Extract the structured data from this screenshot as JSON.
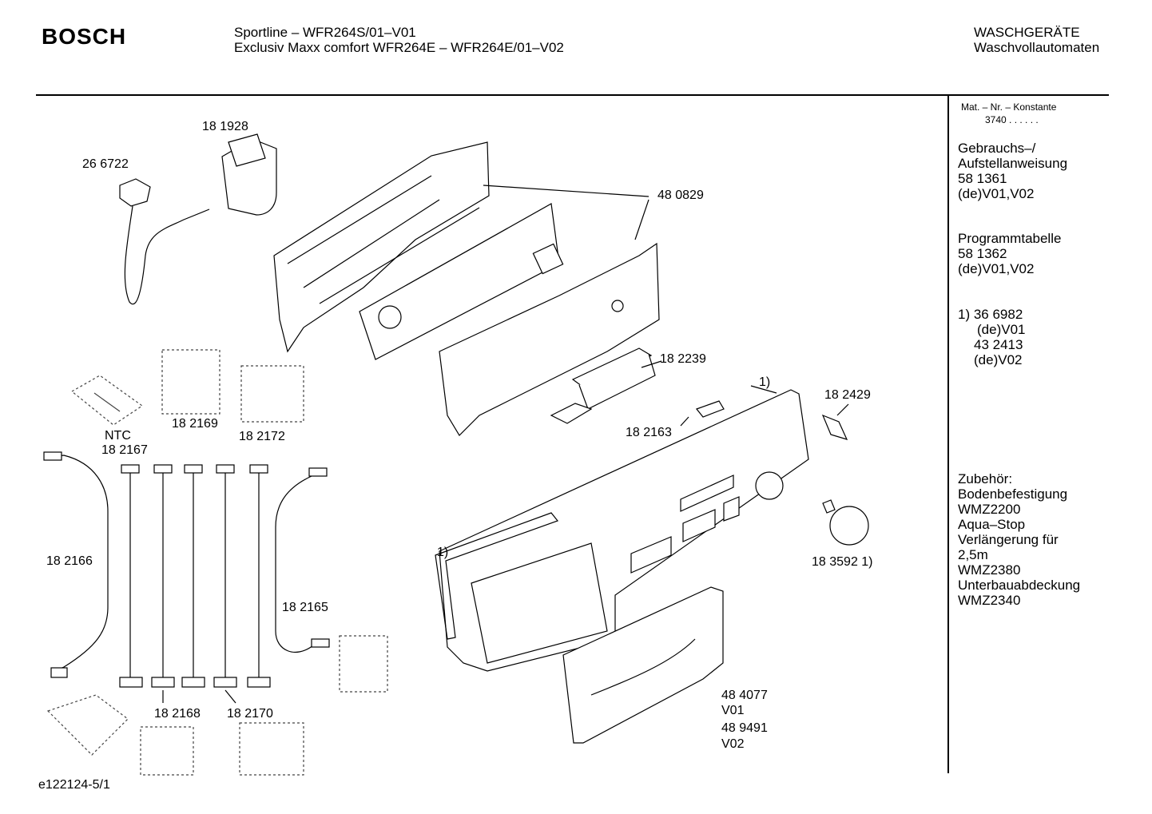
{
  "header": {
    "brand": "BOSCH",
    "model_line_1": "Sportline – WFR264S/01–V01",
    "model_line_2": "Exclusiv Maxx comfort WFR264E – WFR264E/01–V02",
    "category_1": "WASCHGERÄTE",
    "category_2": "Waschvollautomaten"
  },
  "sidebar": {
    "mat_label": "Mat. – Nr. – Konstante",
    "mat_value": "3740  .   .   .   .  .  .",
    "block1": [
      "Gebrauchs–/",
      "Aufstellanweisung",
      "58 1361",
      "(de)V01,V02"
    ],
    "block2": [
      "Programmtabelle",
      "58 1362",
      "(de)V01,V02"
    ],
    "block3": [
      "1)  36 6982",
      "(de)V01",
      "43 2413",
      "(de)V02"
    ],
    "block4": [
      "Zubehör:",
      "Bodenbefestigung",
      "WMZ2200",
      "Aqua–Stop",
      "Verlängerung für",
      "2,5m",
      "WMZ2380",
      "Unterbauabdeckung",
      "WMZ2340"
    ]
  },
  "parts": {
    "p181928": "18 1928",
    "p266722": "26 6722",
    "p480829": "48 0829",
    "p182239": "18 2239",
    "note1_top": "1)",
    "p182429": "18 2429",
    "p182163": "18 2163",
    "ntc": "NTC",
    "p182167": "18 2167",
    "p182169": "18 2169",
    "p182172": "18 2172",
    "p182166": "18 2166",
    "p182165": "18 2165",
    "note1_left": "1)",
    "p183592": "18 3592 1)",
    "p182168": "18 2168",
    "p182170": "18 2170",
    "p484077": "48 4077",
    "v01": "V01",
    "p489491": "48 9491",
    "v02": "V02"
  },
  "footer": {
    "doc_id": "e122124-5/1"
  }
}
